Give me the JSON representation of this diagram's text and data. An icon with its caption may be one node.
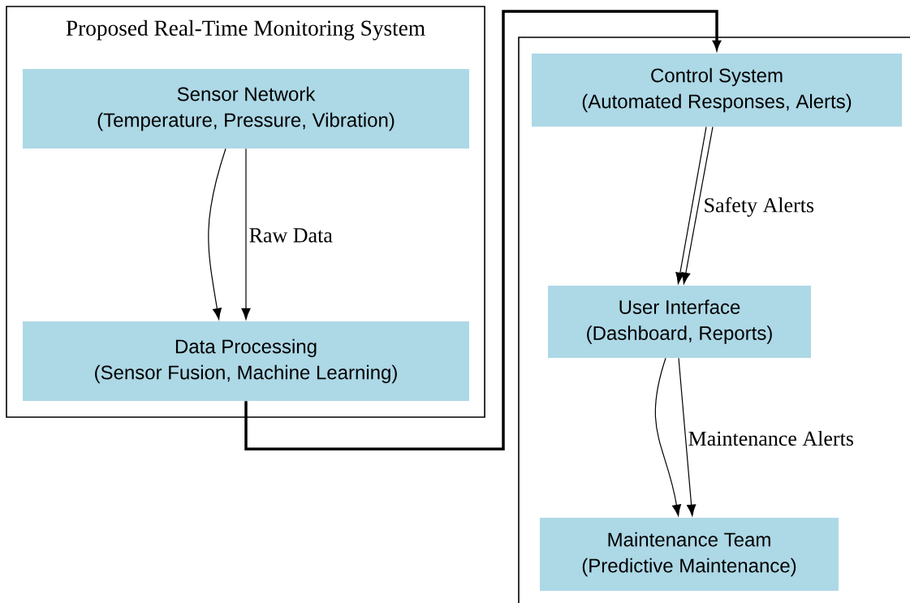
{
  "diagram": {
    "nodes": [
      {
        "text": [
          "Proposed Real-Time Monitoring System"
        ]
      },
      {
        "text": [
          "Sensor Network",
          "(Temperature, Pressure, Vibration)"
        ],
        "in": 0
      },
      {
        "text": [
          "Data Processing",
          "(Sensor Fusion, Machine Learning)"
        ],
        "in": 0
      },
      {
        "text": [],
        "shape": "box"
      },
      {
        "text": [
          "Control System",
          "(Automated Responses, Alerts)"
        ],
        "in": 3
      },
      {
        "text": [
          "User Interface",
          "(Dashboard, Reports)"
        ],
        "in": 3
      },
      {
        "text": [
          "Maintenance Team",
          "(Predictive Maintenance)"
        ],
        "in": 3
      }
    ],
    "edges": [
      {
        "from": 1,
        "to": 2,
        "arrow": "to"
      },
      {
        "from": 1,
        "to": 2,
        "arrow": "to",
        "label": "Raw Data"
      },
      {
        "from": 2,
        "to": 4,
        "arrow": "to",
        "style": "thick"
      },
      {
        "from": 4,
        "to": 5,
        "arrow": "to"
      },
      {
        "from": 4,
        "to": 5,
        "arrow": "to",
        "label": "Safety Alerts"
      },
      {
        "from": 5,
        "to": 6,
        "arrow": "to"
      },
      {
        "from": 5,
        "to": 6,
        "arrow": "to",
        "label": "Maintenance Alerts"
      }
    ]
  }
}
